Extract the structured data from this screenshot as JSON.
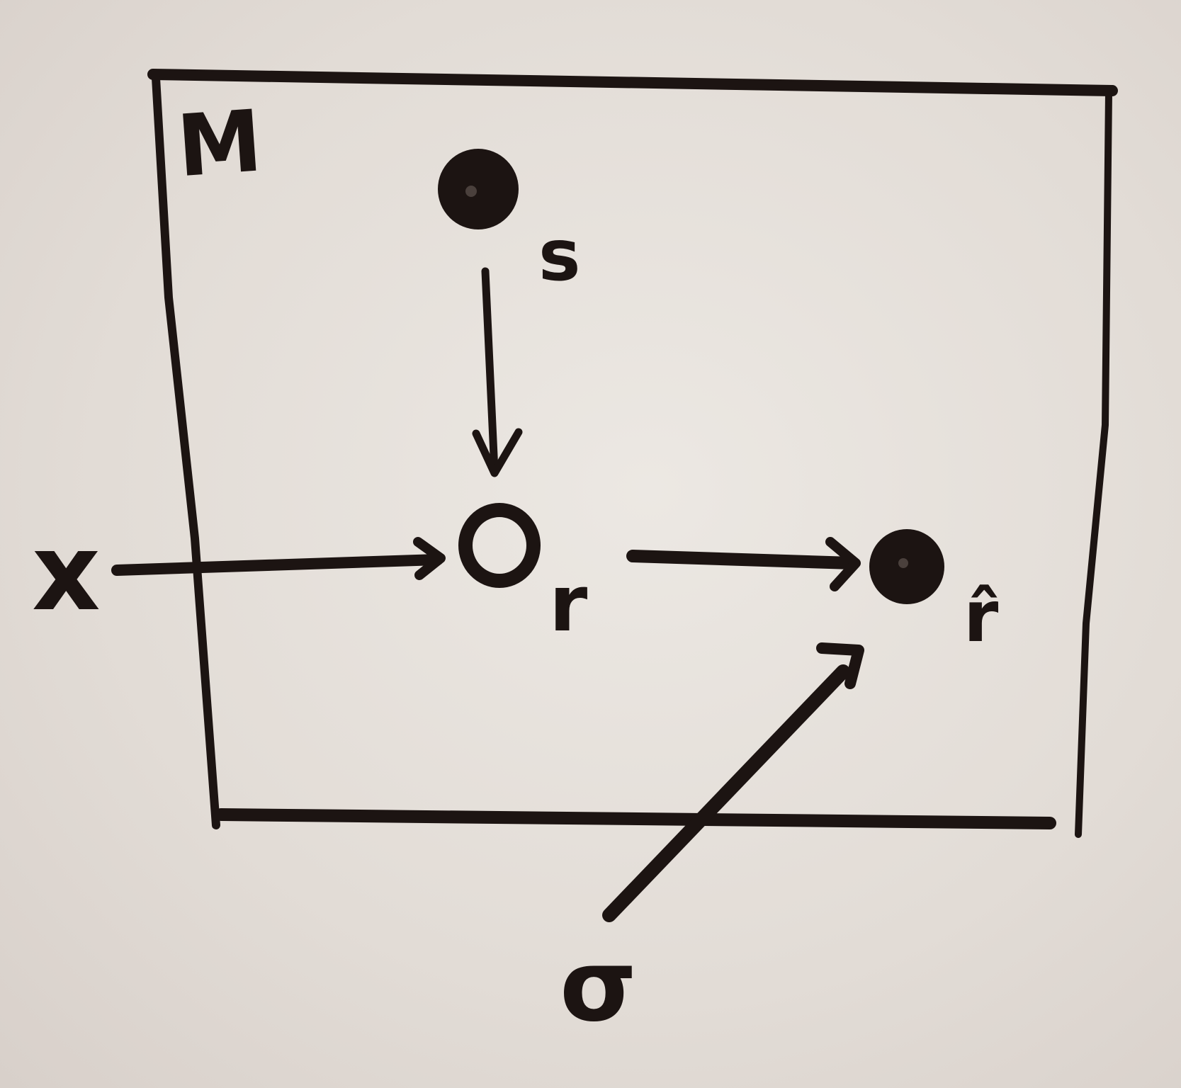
{
  "diagram": {
    "plate_label": "M",
    "nodes": {
      "s": {
        "label": "s",
        "type": "observed"
      },
      "r": {
        "label": "r",
        "type": "latent"
      },
      "r_hat": {
        "label": "r̂",
        "type": "observed"
      }
    },
    "inputs": {
      "x": {
        "label": "x"
      },
      "sigma": {
        "label": "σ"
      }
    },
    "edges": [
      {
        "from": "s",
        "to": "r"
      },
      {
        "from": "x",
        "to": "r"
      },
      {
        "from": "r",
        "to": "r_hat"
      },
      {
        "from": "sigma",
        "to": "r_hat"
      }
    ],
    "colors": {
      "ink": "#1c1412",
      "board": "#e3ddd8"
    }
  }
}
